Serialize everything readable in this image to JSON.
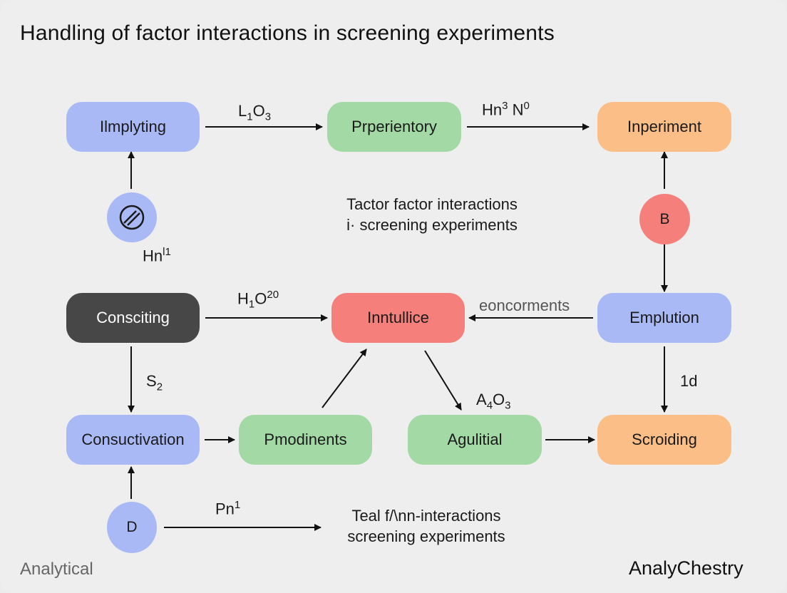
{
  "title": "Handling of factor interactions in screening experiments",
  "nodes": {
    "implyting": "Ilmplyting",
    "prperientory": "Prperientory",
    "inperiment": "Inperiment",
    "consciting": "Consciting",
    "inntullice": "Inntullice",
    "emplution": "Emplution",
    "consuctivation": "Consuctivation",
    "pmodinents": "Pmodinents",
    "agulitial": "Agulitial",
    "scroiding": "Scroiding"
  },
  "circles": {
    "b": "B",
    "d": "D",
    "slash_icon": "slash-circle-icon"
  },
  "edge_labels": {
    "l1o3": {
      "base": "L",
      "sub1": "1",
      "mid": "O",
      "sub2": "3"
    },
    "hn3n0": {
      "base": "Hn",
      "sup1": "3",
      "mid": " N",
      "sup2": "0"
    },
    "hn11": {
      "base": "Hn",
      "sup1": "l1"
    },
    "h1o20": {
      "base": "H",
      "sub1": "1",
      "mid": "O",
      "sup2": "20"
    },
    "eoncorments": "eoncorments",
    "s2": {
      "base": "S",
      "sub1": "2"
    },
    "a4o3": {
      "base": "A",
      "sub1": "4",
      "mid": "O",
      "sub2": "3"
    },
    "one_d": "1d",
    "pn1": {
      "base": "Pn",
      "sup1": "1"
    }
  },
  "notes": {
    "center_line1": "Tactor factor interactions",
    "center_line2": "i· screening experiments",
    "bottom_line1": "Teal f/\\nn-interactions",
    "bottom_line2": "screening experiments"
  },
  "footer": {
    "left": "Analytical",
    "right": "AnalyChestry"
  },
  "colors": {
    "blue": "#a9b9f5",
    "green": "#a3d9a5",
    "orange": "#fbbe86",
    "red": "#f57f7a",
    "dark": "#474747"
  }
}
